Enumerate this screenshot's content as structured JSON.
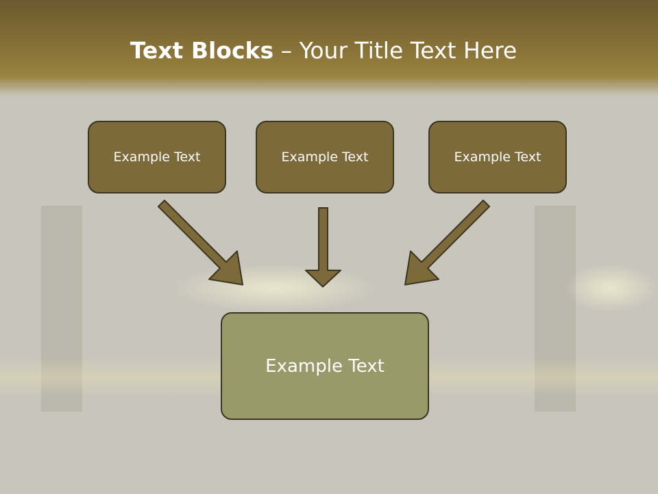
{
  "title": {
    "bold": "Text Blocks",
    "rest": " – Your Title Text Here"
  },
  "blocks": [
    {
      "label": "Example Text"
    },
    {
      "label": "Example Text"
    },
    {
      "label": "Example Text"
    }
  ],
  "target": {
    "label": "Example Text"
  },
  "colors": {
    "header": "#8a7438",
    "block_fill": "#7d6a3a",
    "target_fill": "#99996a",
    "border": "#3a3420"
  }
}
